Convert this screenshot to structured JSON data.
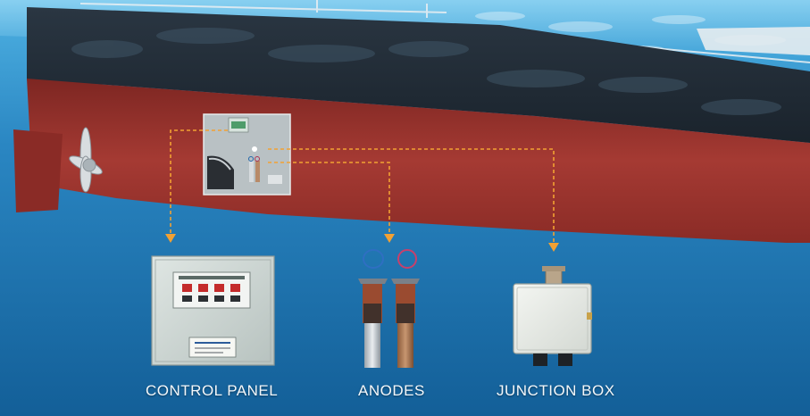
{
  "captions": {
    "control_panel": "CONTROL PANEL",
    "anodes": "ANODES",
    "junction_box": "JUNCTION BOX"
  },
  "colors": {
    "sea_top": "#3a9fd6",
    "sea_bottom": "#0f5e95",
    "hull_red": "#9b2f2a",
    "hull_dark": "#1f2a33",
    "connector_orange": "#f0a030",
    "panel_grey": "#c9d2cf"
  }
}
